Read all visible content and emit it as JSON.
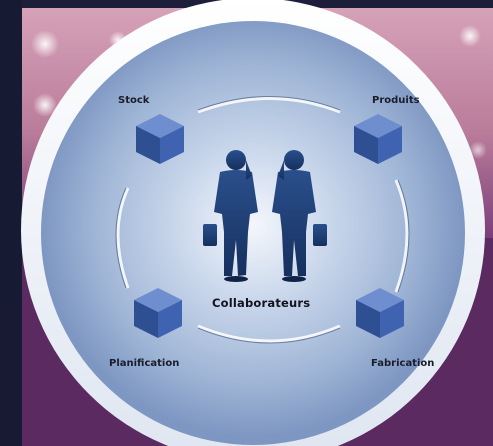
{
  "diagram": {
    "center": {
      "label": "Collaborateurs",
      "icon": "business-people-icon"
    },
    "nodes": [
      {
        "id": "stock",
        "label": "Stock",
        "icon": "cube-icon"
      },
      {
        "id": "produits",
        "label": "Produits",
        "icon": "cube-icon"
      },
      {
        "id": "planification",
        "label": "Planification",
        "icon": "cube-icon"
      },
      {
        "id": "fabrication",
        "label": "Fabrication",
        "icon": "cube-icon"
      }
    ]
  },
  "colors": {
    "frame_dark": "#14172e",
    "band_pink": "#c58aa6",
    "band_purple": "#7a3f7a",
    "disc_outer": "#ecf1f8",
    "disc_light": "#d8e3f2",
    "disc_blue": "#9fb5d6",
    "disc_deep": "#7e97c2",
    "cube_blue": "#3a5fa8",
    "silhouette": "#1f3f75"
  }
}
